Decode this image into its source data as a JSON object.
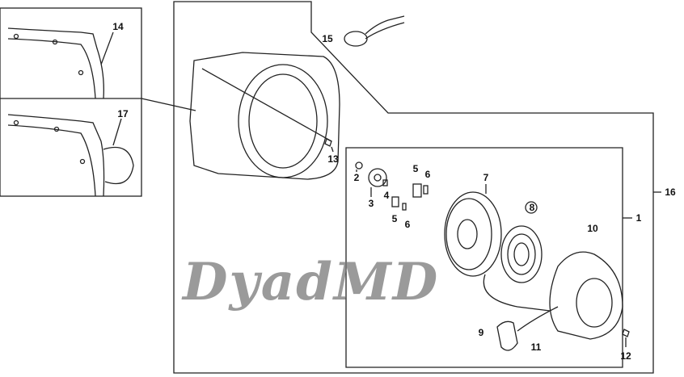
{
  "watermark": "DyadMD",
  "callouts": [
    {
      "id": "14",
      "text": "14"
    },
    {
      "id": "17",
      "text": "17"
    },
    {
      "id": "15",
      "text": "15"
    },
    {
      "id": "13",
      "text": "13"
    },
    {
      "id": "16",
      "text": "16"
    },
    {
      "id": "1",
      "text": "1"
    },
    {
      "id": "2",
      "text": "2"
    },
    {
      "id": "3",
      "text": "3"
    },
    {
      "id": "4",
      "text": "4"
    },
    {
      "id": "5a",
      "text": "5"
    },
    {
      "id": "6a",
      "text": "6"
    },
    {
      "id": "5b",
      "text": "5"
    },
    {
      "id": "6b",
      "text": "6"
    },
    {
      "id": "7",
      "text": "7"
    },
    {
      "id": "8",
      "text": "8"
    },
    {
      "id": "10",
      "text": "10"
    },
    {
      "id": "9",
      "text": "9"
    },
    {
      "id": "11",
      "text": "11"
    },
    {
      "id": "12",
      "text": "12"
    }
  ]
}
